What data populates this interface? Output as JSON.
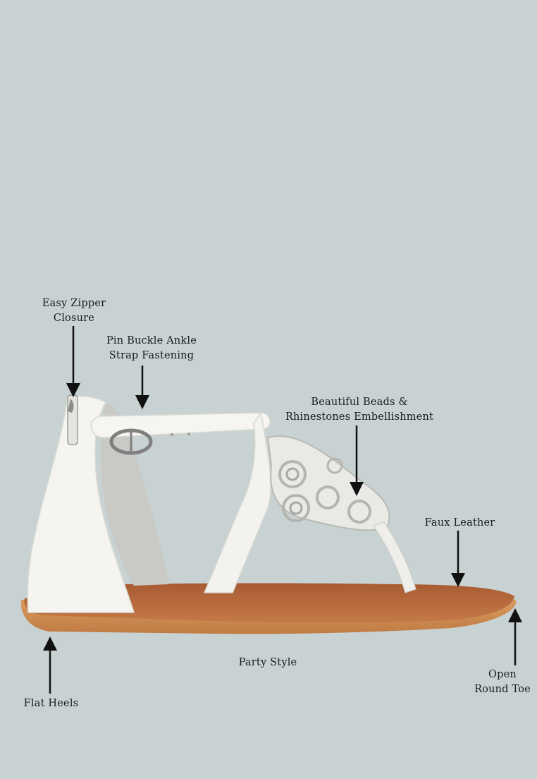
{
  "colors": {
    "background": "#c8d2d3",
    "sandal_white": "#f3f2ee",
    "insole_tan": "#b86a3d",
    "sole_tan": "#cf8f55",
    "arrow": "#111111"
  },
  "callouts": {
    "zipper": {
      "line1": "Easy Zipper",
      "line2": "Closure"
    },
    "buckle": {
      "line1": "Pin Buckle Ankle",
      "line2": "Strap Fastening"
    },
    "beads": {
      "line1": "Beautiful Beads &",
      "line2": "Rhinestones Embellishment"
    },
    "faux": {
      "line1": "Faux Leather"
    },
    "party": {
      "line1": "Party Style"
    },
    "flat": {
      "line1": "Flat Heels"
    },
    "toe": {
      "line1": "Open",
      "line2": "Round Toe"
    }
  }
}
